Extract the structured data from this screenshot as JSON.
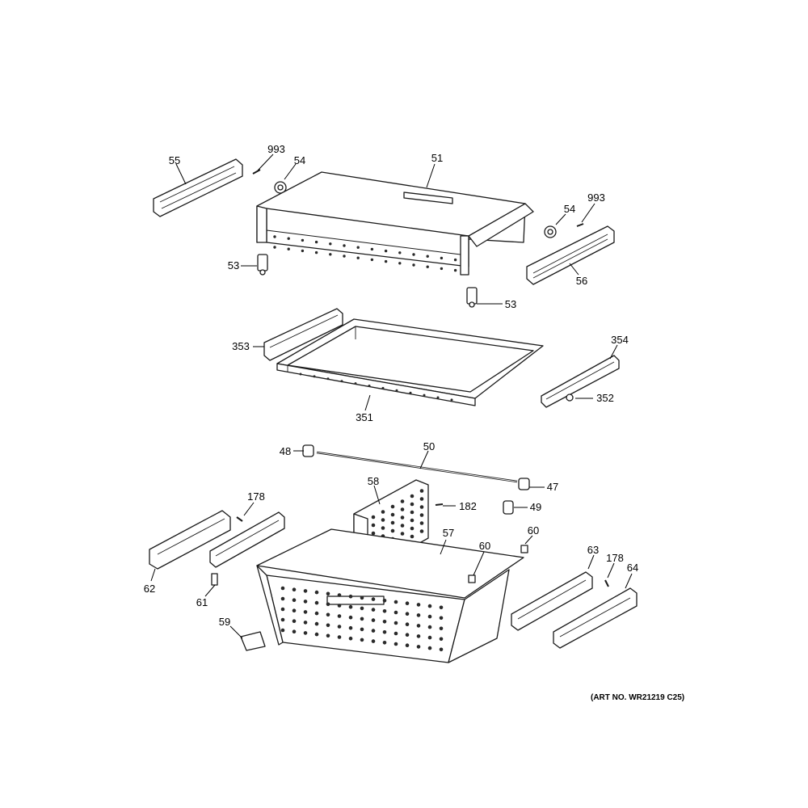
{
  "art_number": "(ART NO. WR21219 C25)",
  "callouts": {
    "c55": "55",
    "c993a": "993",
    "c54a": "54",
    "c51": "51",
    "c993b": "993",
    "c54b": "54",
    "c53a": "53",
    "c56": "56",
    "c53b": "53",
    "c353": "353",
    "c354": "354",
    "c352": "352",
    "c351": "351",
    "c48": "48",
    "c50": "50",
    "c47": "47",
    "c58": "58",
    "c182": "182",
    "c49": "49",
    "c178a": "178",
    "c57": "57",
    "c60a": "60",
    "c60b": "60",
    "c63": "63",
    "c178b": "178",
    "c64": "64",
    "c62": "62",
    "c61": "61",
    "c59": "59"
  }
}
